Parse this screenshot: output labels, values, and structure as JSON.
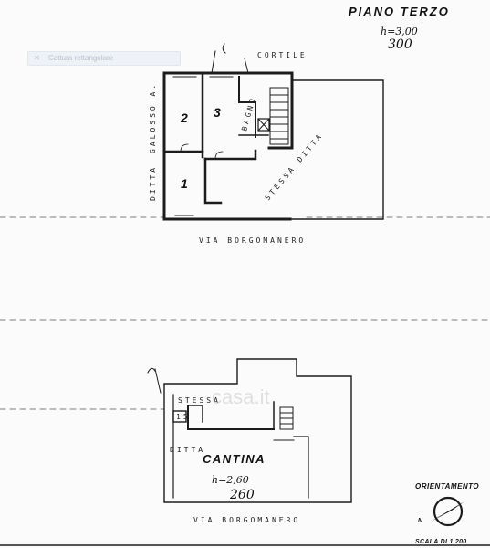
{
  "floor_plan": {
    "title": "PIANO TERZO",
    "height_printed": "h=3,00",
    "height_handwritten": "300",
    "top_label": "CORTILE",
    "rooms": {
      "room_1": "1",
      "room_2": "2",
      "room_3": "3",
      "bagno": "BAGNO"
    },
    "left_labels": [
      "GALOSSO A.",
      "DITTA"
    ],
    "right_label": "STESSA DITTA",
    "street": "VIA BORGOMANERO"
  },
  "cellar_plan": {
    "stessa_label": "STESSA",
    "unit_number": "15",
    "ditta_label": "DITTA",
    "title": "CANTINA",
    "height_printed": "h=2,60",
    "height_handwritten": "260",
    "street": "VIA BORGOMANERO",
    "watermark": "casa.it"
  },
  "legend": {
    "orientation_title": "ORIENTAMENTO",
    "north_letter": "N",
    "scale_text": "SCALA DI 1.200"
  },
  "overlay": {
    "tool_label": "Cattura rettangolare",
    "tool_icon": "close-icon"
  },
  "colors": {
    "ink": "#1c1c1c",
    "paper": "#fbfbfb",
    "overlay_bg": "#eef1f6"
  }
}
